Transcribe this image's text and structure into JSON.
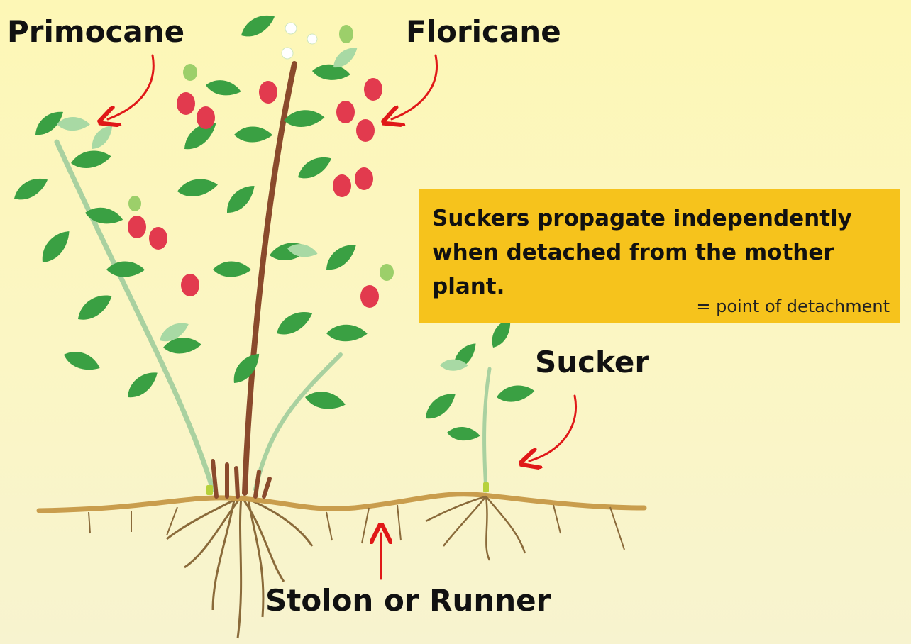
{
  "labels": {
    "primocane": "Primocane",
    "floricane": "Floricane",
    "sucker": "Sucker",
    "stolon": "Stolon or Runner"
  },
  "info_box": {
    "text": "Suckers propagate independently when detached from the mother plant.",
    "note": "= point of detachment"
  },
  "colors": {
    "background": "#fdf7b6",
    "info_box": "#f6c31c",
    "arrow": "#e01818",
    "leaf": "#3aa043",
    "leaf_light": "#a8d9a4",
    "berry": "#e23a4e",
    "cane_brown": "#8a4a2c",
    "cane_green": "#a9d1a0",
    "root": "#8a6a3a",
    "stolon": "#c99d4d",
    "detachment_point": "#b6d13a"
  }
}
